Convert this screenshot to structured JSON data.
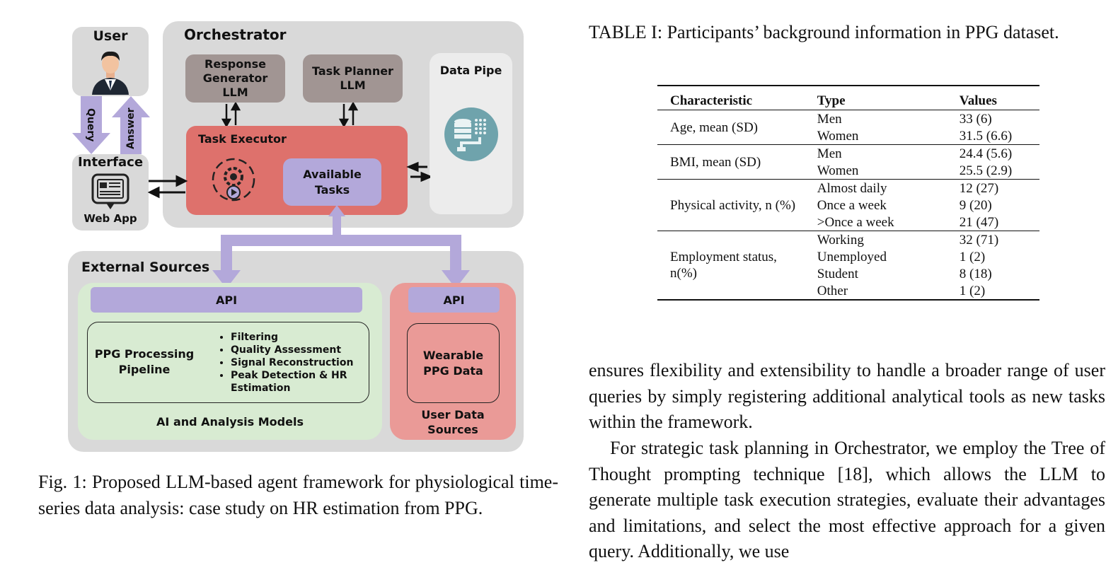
{
  "figure": {
    "user": {
      "title": "User"
    },
    "arrows": {
      "query": "Query",
      "answer": "Answer"
    },
    "interface": {
      "title": "Interface",
      "caption": "Web App"
    },
    "orchestrator": {
      "title": "Orchestrator",
      "response_generator": "Response Generator LLM",
      "task_planner": "Task Planner LLM",
      "data_pipe": "Data Pipe",
      "task_executor": "Task Executor",
      "available_tasks": "Available Tasks"
    },
    "external": {
      "title": "External Sources",
      "api_left": "API",
      "api_right": "API",
      "pipeline_title": "PPG Processing Pipeline",
      "pipeline_steps": [
        "Filtering",
        "Quality Assessment",
        "Signal Reconstruction",
        "Peak Detection & HR Estimation"
      ],
      "models_label": "AI and Analysis Models",
      "wearable": "Wearable PPG Data",
      "user_data": "User Data Sources"
    },
    "colors": {
      "panel_gray": "#d9d9d9",
      "llm_box": "#a19593",
      "executor_red": "#de716c",
      "lavender": "#b3a8da",
      "green": "#d8ebd2",
      "pink": "#ea9a97"
    },
    "caption": "Fig. 1: Proposed LLM-based agent framework for physiological time-series data analysis: case study on HR estimation from PPG."
  },
  "table": {
    "caption": "TABLE I: Participants’ background information in PPG dataset.",
    "headers": [
      "Characteristic",
      "Type",
      "Values"
    ],
    "groups": [
      {
        "characteristic": "Age, mean (SD)",
        "rows": [
          [
            "Men",
            "33 (6)"
          ],
          [
            "Women",
            "31.5 (6.6)"
          ]
        ]
      },
      {
        "characteristic": "BMI, mean (SD)",
        "rows": [
          [
            "Men",
            "24.4 (5.6)"
          ],
          [
            "Women",
            "25.5 (2.9)"
          ]
        ]
      },
      {
        "characteristic": "Physical activity, n (%)",
        "rows": [
          [
            "Almost daily",
            "12 (27)"
          ],
          [
            "Once a week",
            "9 (20)"
          ],
          [
            ">Once a week",
            "21 (47)"
          ]
        ]
      },
      {
        "characteristic": "Employment status, n(%)",
        "rows": [
          [
            "Working",
            "32 (71)"
          ],
          [
            "Unemployed",
            "1 (2)"
          ],
          [
            "Student",
            "8 (18)"
          ],
          [
            "Other",
            "1 (2)"
          ]
        ]
      }
    ]
  },
  "body_text": {
    "para1": "ensures flexibility and extensibility to handle a broader range of user queries by simply registering additional analytical tools as new tasks within the framework.",
    "para2": "For strategic task planning in Orchestrator, we employ the Tree of Thought prompting technique [18], which allows the LLM to generate multiple task execution strategies, evaluate their advantages and limitations, and select the most effective approach for a given query. Additionally, we use"
  }
}
